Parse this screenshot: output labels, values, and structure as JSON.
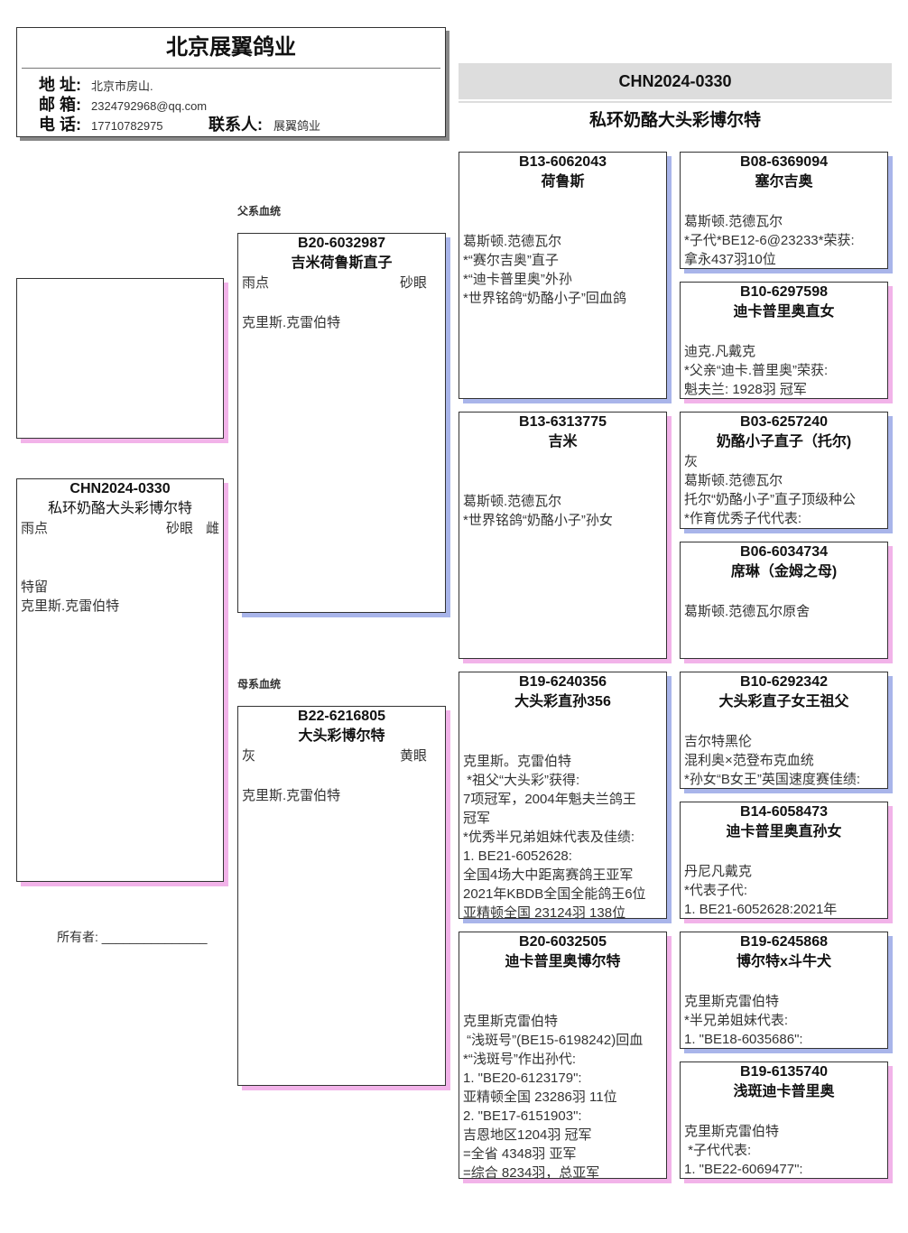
{
  "header": {
    "title": "北京展翼鸽业",
    "address_label": "地 址:",
    "address": "北京市房山.",
    "email_label": "邮 箱:",
    "email": "2324792968@qq.com",
    "phone_label": "电 话:",
    "phone": "17710782975",
    "contact_label": "联系人:",
    "contact": "展翼鸽业"
  },
  "banner": {
    "ring": "CHN2024-0330",
    "name": "私环奶酪大头彩博尔特"
  },
  "labels": {
    "sire_line": "父系血统",
    "dam_line": "母系血统",
    "owner": "所有者:",
    "owner_blank": "_______________"
  },
  "colors": {
    "blue_shadow": "#a9b5ea",
    "pink_shadow": "#f2b3e9",
    "banner_bg": "#dddddd"
  },
  "subject": {
    "ring": "CHN2024-0330",
    "name": "私环奶酪大头彩博尔特",
    "color": "雨点",
    "eye": "砂眼",
    "sex": "雌",
    "notes": [
      "特留",
      "克里斯.克雷伯特"
    ]
  },
  "sire": {
    "ring": "B20-6032987",
    "name": "吉米荷鲁斯直子",
    "color": "雨点",
    "eye": "砂眼",
    "notes": [
      "克里斯.克雷伯特"
    ]
  },
  "dam": {
    "ring": "B22-6216805",
    "name": "大头彩博尔特",
    "color": "灰",
    "eye": "黄眼",
    "notes": [
      "克里斯.克雷伯特"
    ]
  },
  "gen2": [
    {
      "ring": "B13-6062043",
      "name": "荷鲁斯",
      "notes": [
        "葛斯顿.范德瓦尔",
        "*“赛尔吉奥”直子",
        "*“迪卡普里奥”外孙",
        "*世界铭鸽“奶酪小子”回血鸽"
      ]
    },
    {
      "ring": "B13-6313775",
      "name": "吉米",
      "notes": [
        "葛斯顿.范德瓦尔",
        "*世界铭鸽“奶酪小子”孙女"
      ]
    },
    {
      "ring": "B19-6240356",
      "name": "大头彩直孙356",
      "notes": [
        "克里斯。克雷伯特",
        " *祖父“大头彩”获得:",
        "7项冠军，2004年魁夫兰鸽王",
        "冠军",
        "*优秀半兄弟姐妹代表及佳绩:",
        "1. BE21-6052628:",
        "全国4场大中距离赛鸽王亚军",
        "2021年KBDB全国全能鸽王6位",
        "亚精顿全国 23124羽 138位"
      ]
    },
    {
      "ring": "B20-6032505",
      "name": "迪卡普里奥博尔特",
      "notes": [
        "克里斯克雷伯特",
        " “浅斑号”(BE15-6198242)回血",
        "*“浅斑号”作出孙代:",
        "1. \"BE20-6123179\":",
        "亚精顿全国 23286羽 11位",
        "2. \"BE17-6151903\":",
        "吉恩地区1204羽 冠军",
        "=全省 4348羽 亚军",
        "=综合 8234羽，总亚军"
      ]
    }
  ],
  "gen3": [
    {
      "ring": "B08-6369094",
      "name": "塞尔吉奥",
      "notes": [
        "葛斯顿.范德瓦尔",
        "*子代*BE12-6@23233*荣获:",
        "拿永437羽10位"
      ]
    },
    {
      "ring": "B10-6297598",
      "name": "迪卡普里奥直女",
      "notes": [
        "迪克.凡戴克",
        "*父亲“迪卡.普里奥”荣获:",
        "魁夫兰: 1928羽 冠军"
      ]
    },
    {
      "ring": "B03-6257240",
      "name": "奶酪小子直子（托尔)",
      "notes": [
        "灰",
        "葛斯顿.范德瓦尔",
        "托尔“奶酪小子”直子顶级种公",
        "*作育优秀子代代表:"
      ]
    },
    {
      "ring": "B06-6034734",
      "name": "席琳（金姆之母)",
      "notes": [
        "葛斯顿.范德瓦尔原舍"
      ]
    },
    {
      "ring": "B10-6292342",
      "name": "大头彩直子女王祖父",
      "notes": [
        "吉尔特黑伦",
        "混利奥×范登布克血统",
        "*孙女“B女王”英国速度赛佳绩:"
      ]
    },
    {
      "ring": "B14-6058473",
      "name": "迪卡普里奥直孙女",
      "notes": [
        "丹尼凡戴克",
        "*代表子代:",
        "1. BE21-6052628:2021年"
      ]
    },
    {
      "ring": "B19-6245868",
      "name": "博尔特x斗牛犬",
      "notes": [
        "克里斯克雷伯特",
        "*半兄弟姐妹代表:",
        "1. \"BE18-6035686\":"
      ]
    },
    {
      "ring": "B19-6135740",
      "name": "浅斑迪卡普里奥",
      "notes": [
        "克里斯克雷伯特",
        " *子代代表:",
        "1. \"BE22-6069477\":"
      ]
    }
  ]
}
